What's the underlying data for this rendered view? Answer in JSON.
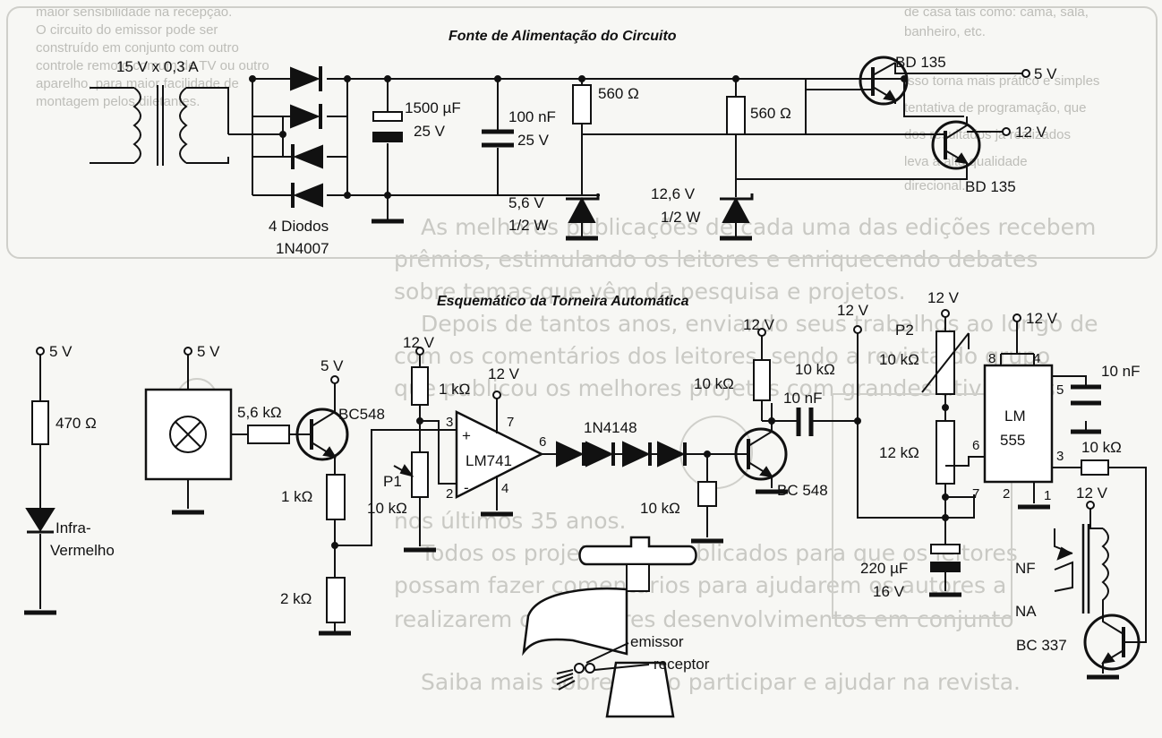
{
  "titles": {
    "power": "Fonte de Alimentação do Circuito",
    "tap": "Esquemático da Torneira Automática"
  },
  "power_supply": {
    "transformer": "15 V x 0,3 A",
    "diodes_line1": "4 Diodos",
    "diodes_line2": "1N4007",
    "cap_main_value": "1500 µF",
    "cap_main_voltage": "25 V",
    "cap_filter_value": "100 nF",
    "cap_filter_voltage": "25 V",
    "res_a": "560 Ω",
    "res_b": "560 Ω",
    "zener_a_voltage": "5,6 V",
    "zener_a_power": "1/2 W",
    "zener_b_voltage": "12,6 V",
    "zener_b_power": "1/2 W",
    "transistor_a": "BD 135",
    "transistor_b": "BD 135",
    "out_5v": "5 V",
    "out_12v": "12 V"
  },
  "tap_circuit": {
    "supply_5v_a": "5 V",
    "res_470": "470 Ω",
    "ir_line1": "Infra-",
    "ir_line2": "Vermelho",
    "supply_5v_b": "5 V",
    "res_5k6": "5,6 kΩ",
    "supply_5v_c": "5 V",
    "bc548_a": "BC548",
    "res_1k_a": "1 kΩ",
    "res_2k": "2 kΩ",
    "supply_12v_a": "12 V",
    "res_1k_b": "1 kΩ",
    "p1": "P1",
    "p1_value": "10 kΩ",
    "supply_12v_b": "12 V",
    "opamp": "LM741",
    "pin_3": "3",
    "pin_2": "2",
    "pin_7": "7",
    "pin_4": "4",
    "pin_6": "6",
    "plus": "+",
    "minus": "-",
    "diode_chain": "1N4148",
    "res_10k_a": "10 kΩ",
    "supply_12v_c": "12 V",
    "res_10k_b": "10 kΩ",
    "bc548_b": "BC 548",
    "cap_10nf_a": "10 nF",
    "supply_12v_d": "12 V",
    "res_10k_c": "10 kΩ",
    "supply_12v_e": "12 V",
    "p2": "P2",
    "p2_value": "10 kΩ",
    "res_12k": "12 kΩ",
    "cap_220_value": "220 µF",
    "cap_220_voltage": "16 V",
    "supply_12v_f": "12 V",
    "ic_line1": "LM",
    "ic_line2": "555",
    "ic_pin_8": "8",
    "ic_pin_4": "4",
    "ic_pin_5": "5",
    "ic_pin_6": "6",
    "ic_pin_7": "7",
    "ic_pin_2": "2",
    "ic_pin_1": "1",
    "ic_pin_3": "3",
    "cap_10nf_b": "10 nF",
    "res_10k_d": "10 kΩ",
    "supply_12v_g": "12 V",
    "relay_nf": "NF",
    "relay_na": "NA",
    "bc337": "BC 337",
    "emitter": "emissor",
    "receiver": "receptor"
  },
  "background_text": {
    "left_lines": [
      "maior sensibilidade na recepção.",
      "O circuito do emissor pode ser",
      "construído em conjunto com outro",
      "controle remoto comum de TV ou outro",
      "aparelho, para maior facilidade de",
      "montagem pelos diletantes."
    ],
    "right_lines": [
      "de casa tais como: cama, sala,",
      "banheiro, etc.",
      "Isso torna mais prático e simples",
      "tentativa de programação, que",
      "dos resultados já realizados",
      "leva à alta qualidade",
      "direcional."
    ],
    "body_lines": [
      "As melhores publicações de cada uma das edições recebem",
      "prêmios, estimulando os leitores e enriquecendo debates",
      "sobre temas que vêm da pesquisa e projetos.",
      "Depois de tantos anos, enviando seus trabalhos ao longo de",
      "com os comentários dos leitores, sendo a revista do grupo",
      "que publicou os melhores projetos com grandes atividades",
      "nos últimos 35 anos.",
      "Todos os projetos são publicados para que os leitores",
      "possam fazer comentários para ajudarem os autores a",
      "realizarem os melhores desenvolvimentos em conjunto",
      "Saiba mais sobre como participar e ajudar na revista."
    ]
  }
}
